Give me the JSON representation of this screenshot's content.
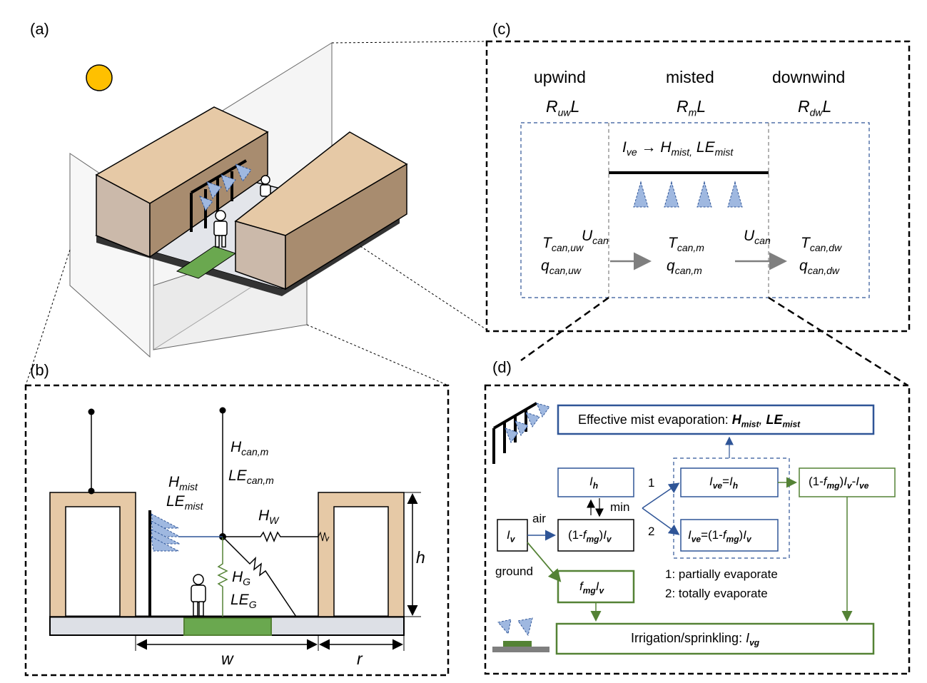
{
  "panels": {
    "a": "(a)",
    "b": "(b)",
    "c": "(c)",
    "d": "(d)"
  },
  "colors": {
    "building": "#e6c9a6",
    "building_dark": "#a88c6f",
    "building_mid": "#cbb9aa",
    "grass": "#6aa84f",
    "ground": "#dde0e6",
    "mist": "#9fb8e0",
    "blue_box": "#2f5597",
    "green_box": "#548235",
    "sun": "#ffc000"
  },
  "panel_b": {
    "h_mist": "H",
    "h_mist_sub": "mist",
    "le_mist": "LE",
    "le_mist_sub": "mist",
    "h_can": "H",
    "h_can_sub": "can,m",
    "le_can": "LE",
    "le_can_sub": "can,m",
    "h_w": "H",
    "h_w_sub": "W",
    "h_g": "H",
    "h_g_sub": "G",
    "le_g": "LE",
    "le_g_sub": "G",
    "h": "h",
    "w": "w",
    "r": "r"
  },
  "panel_c": {
    "zones": [
      "upwind",
      "misted",
      "downwind"
    ],
    "widths": [
      {
        "r": "R",
        "sub": "uw",
        "l": "L"
      },
      {
        "r": "R",
        "sub": "m",
        "l": "L"
      },
      {
        "r": "R",
        "sub": "dw",
        "l": "L"
      }
    ],
    "mist_eq": {
      "a": "I",
      "a_sub": "ve",
      "arrow": "→",
      "b": "H",
      "b_sub": "mist,",
      "c": "LE",
      "c_sub": "mist"
    },
    "u_can": {
      "u": "U",
      "sub": "can"
    },
    "states": [
      {
        "t_sub": "can,uw",
        "q_sub": "can,uw"
      },
      {
        "t_sub": "can,m",
        "q_sub": "can,m"
      },
      {
        "t_sub": "can,dw",
        "q_sub": "can,dw"
      }
    ]
  },
  "panel_d": {
    "effective": "Effective mist evaporation: ",
    "effective_h": "H",
    "effective_h_sub": "mist",
    "effective_le": "LE",
    "effective_le_sub": "mist",
    "ih": "I",
    "ih_sub": "h",
    "iv": "I",
    "iv_sub": "v",
    "air": "air",
    "ground": "ground",
    "min": "min",
    "branch1": "1",
    "branch2": "2",
    "legend1": "1: partially evaporate",
    "legend2": "2: totally evaporate",
    "irrigation": "Irrigation/sprinkling: ",
    "irrigation_i": "I",
    "irrigation_sub": "vg"
  }
}
